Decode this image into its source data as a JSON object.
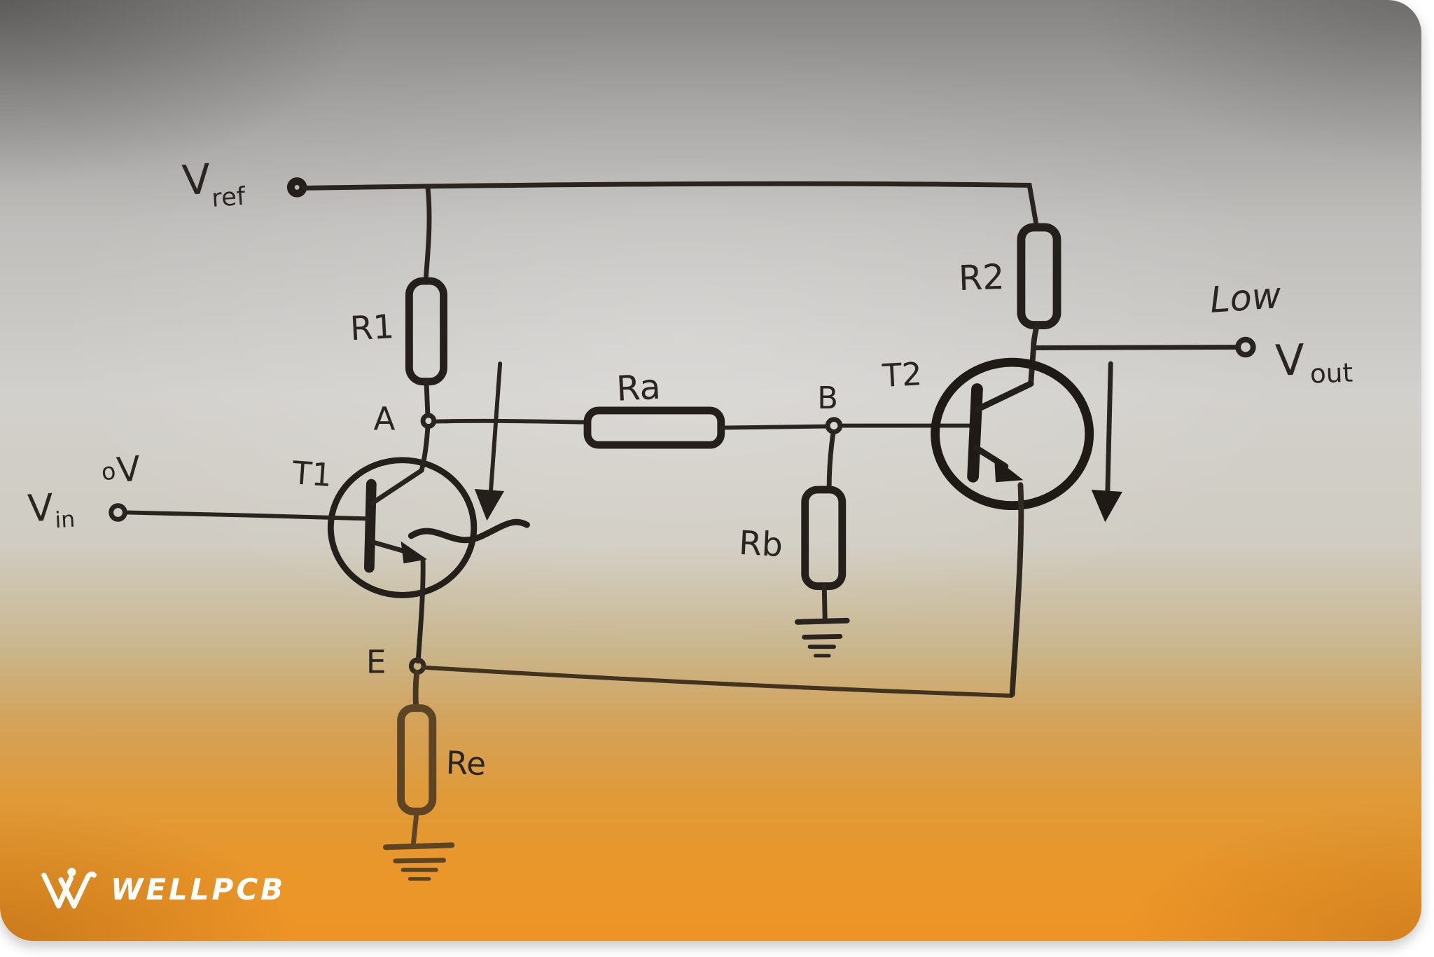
{
  "labels": {
    "vref_main": "V",
    "vref_sub": "ref",
    "r1": "R1",
    "node_a": "A",
    "t1": "T1",
    "vin_main": "V",
    "vin_sub": "in",
    "ov_o": "o",
    "ov_v": "V",
    "ra": "Ra",
    "node_b": "B",
    "t2": "T2",
    "r2": "R2",
    "low": "Low",
    "vout_main": "V",
    "vout_sub": "out",
    "rb": "Rb",
    "node_e": "E",
    "re": "Re"
  },
  "watermark": {
    "brand": "WELLPCB"
  },
  "colors": {
    "ink": "#2a2420",
    "ink_warm": "#5c4424",
    "paper_orange": "#ee9426",
    "logo_white": "#ffffff"
  }
}
